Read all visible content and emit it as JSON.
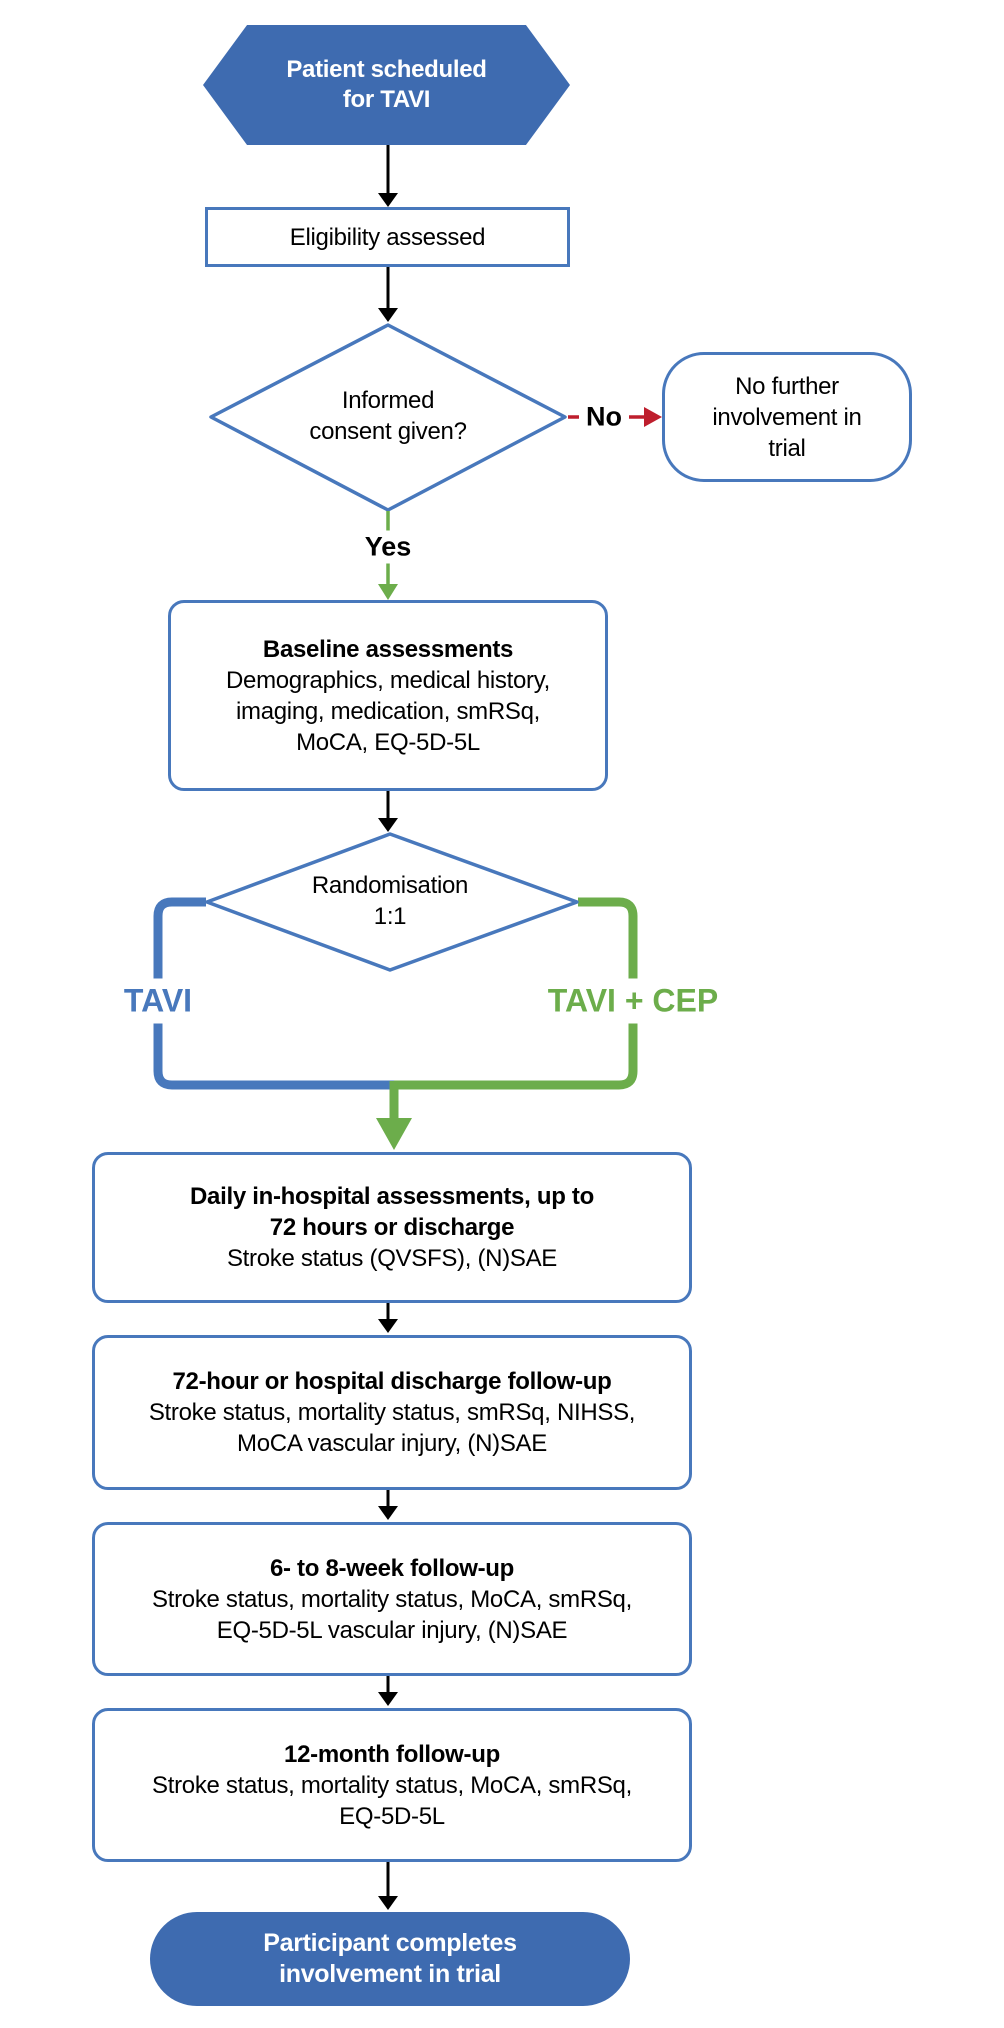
{
  "colors": {
    "fill_blue": "#3E6BB0",
    "stroke_blue": "#4878BC",
    "green": "#6CAD4B",
    "red": "#BE1E2D"
  },
  "nodes": {
    "start": {
      "lines": [
        "Patient scheduled",
        "for TAVI"
      ]
    },
    "eligibility": {
      "text": "Eligibility assessed"
    },
    "consent": {
      "lines": [
        "Informed",
        "consent given?"
      ]
    },
    "no_further": {
      "lines": [
        "No further",
        "involvement in",
        "trial"
      ]
    },
    "baseline": {
      "title": "Baseline assessments",
      "body": [
        "Demographics, medical history,",
        "imaging, medication, smRSq,",
        "MoCA, EQ-5D-5L"
      ]
    },
    "randomisation": {
      "lines": [
        "Randomisation",
        "1:1"
      ]
    },
    "daily": {
      "title": [
        "Daily in-hospital assessments, up to",
        "72 hours or discharge"
      ],
      "body": [
        "Stroke status (QVSFS), (N)SAE"
      ]
    },
    "fu72": {
      "title": [
        "72-hour or hospital discharge follow-up"
      ],
      "body": [
        "Stroke status, mortality status, smRSq, NIHSS,",
        "MoCA vascular injury, (N)SAE"
      ]
    },
    "fu68": {
      "title": [
        "6- to 8-week follow-up"
      ],
      "body": [
        "Stroke status, mortality status, MoCA, smRSq,",
        "EQ-5D-5L vascular injury, (N)SAE"
      ]
    },
    "fu12": {
      "title": [
        "12-month follow-up"
      ],
      "body": [
        "Stroke status, mortality status, MoCA, smRSq,",
        "EQ-5D-5L"
      ]
    },
    "end": {
      "lines": [
        "Participant completes",
        "involvement in trial"
      ]
    }
  },
  "labels": {
    "no": "No",
    "yes": "Yes",
    "arm_left": "TAVI",
    "arm_right": "TAVI + CEP"
  }
}
